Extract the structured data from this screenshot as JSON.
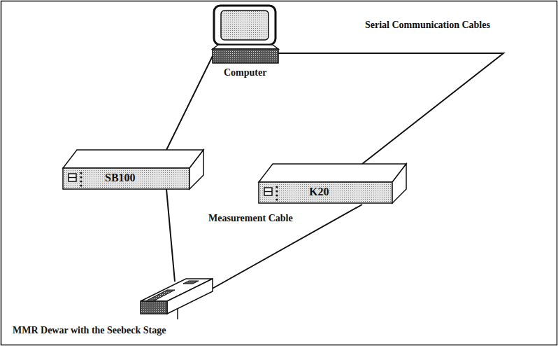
{
  "diagram": {
    "nodes": [
      {
        "text": [
          "Computer"
        ]
      },
      {
        "text": [
          "SB100"
        ]
      },
      {
        "text": [
          "K20"
        ]
      },
      {
        "text": [
          "MMR Dewar with the Seebeck Stage"
        ]
      }
    ],
    "edges": [
      {
        "from": 0,
        "to": 1,
        "arrow": "none"
      },
      {
        "from": 0,
        "to": 2,
        "arrow": "none"
      },
      {
        "from": 1,
        "to": 3,
        "arrow": "none"
      },
      {
        "from": 2,
        "to": 3,
        "arrow": "none"
      }
    ],
    "labels": [
      "Serial Communication Cables",
      "Measurement Cable"
    ]
  }
}
